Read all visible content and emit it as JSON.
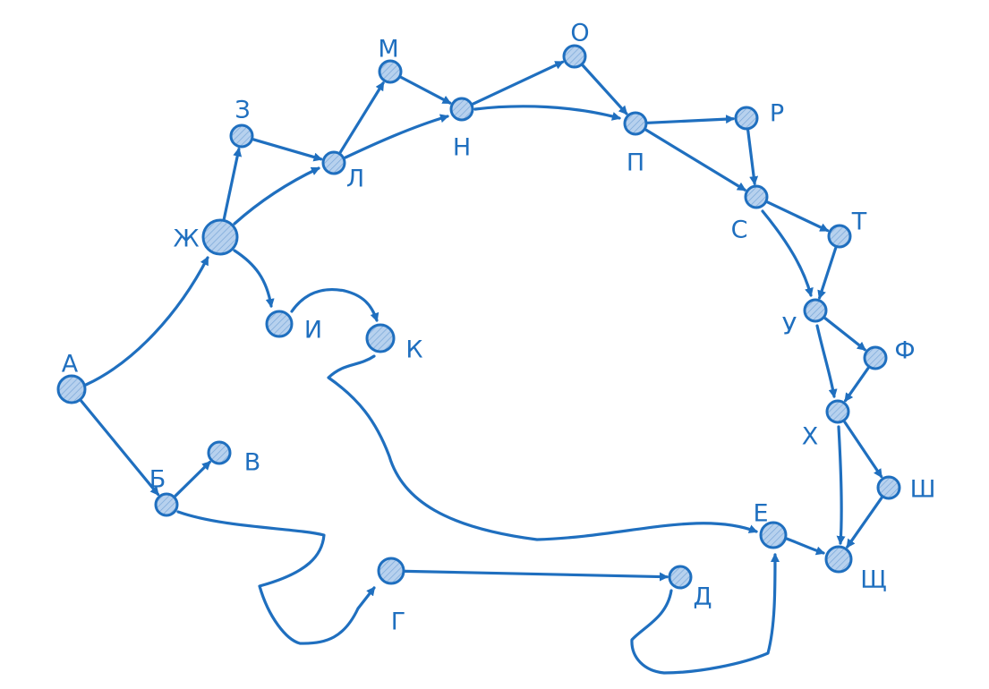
{
  "colors": {
    "stroke": "#1f6fbf",
    "fill": "#b7d1ee",
    "hatch": "#7aa7d8"
  },
  "nodes": [
    {
      "id": "A",
      "label": "А"
    },
    {
      "id": "B",
      "label": "Б"
    },
    {
      "id": "V",
      "label": "В"
    },
    {
      "id": "G",
      "label": "Г"
    },
    {
      "id": "D",
      "label": "Д"
    },
    {
      "id": "E",
      "label": "Е"
    },
    {
      "id": "ZH",
      "label": "Ж"
    },
    {
      "id": "Z",
      "label": "З"
    },
    {
      "id": "I",
      "label": "И"
    },
    {
      "id": "K",
      "label": "К"
    },
    {
      "id": "L",
      "label": "Л"
    },
    {
      "id": "M",
      "label": "М"
    },
    {
      "id": "N",
      "label": "Н"
    },
    {
      "id": "O",
      "label": "О"
    },
    {
      "id": "P",
      "label": "П"
    },
    {
      "id": "R",
      "label": "Р"
    },
    {
      "id": "S",
      "label": "С"
    },
    {
      "id": "T",
      "label": "Т"
    },
    {
      "id": "U",
      "label": "У"
    },
    {
      "id": "F",
      "label": "Ф"
    },
    {
      "id": "H",
      "label": "Х"
    },
    {
      "id": "SH",
      "label": "Ш"
    },
    {
      "id": "SCH",
      "label": "Щ"
    }
  ],
  "edges": [
    {
      "from": "A",
      "to": "ZH"
    },
    {
      "from": "A",
      "to": "B"
    },
    {
      "from": "B",
      "to": "V"
    },
    {
      "from": "B",
      "to": "G"
    },
    {
      "from": "G",
      "to": "D"
    },
    {
      "from": "D",
      "to": "E"
    },
    {
      "from": "K",
      "to": "E"
    },
    {
      "from": "E",
      "to": "SCH"
    },
    {
      "from": "ZH",
      "to": "Z"
    },
    {
      "from": "ZH",
      "to": "L"
    },
    {
      "from": "ZH",
      "to": "I"
    },
    {
      "from": "I",
      "to": "K"
    },
    {
      "from": "Z",
      "to": "L"
    },
    {
      "from": "L",
      "to": "M"
    },
    {
      "from": "L",
      "to": "N"
    },
    {
      "from": "M",
      "to": "N"
    },
    {
      "from": "N",
      "to": "O"
    },
    {
      "from": "N",
      "to": "P"
    },
    {
      "from": "O",
      "to": "P"
    },
    {
      "from": "P",
      "to": "R"
    },
    {
      "from": "P",
      "to": "S"
    },
    {
      "from": "R",
      "to": "S"
    },
    {
      "from": "S",
      "to": "T"
    },
    {
      "from": "S",
      "to": "U"
    },
    {
      "from": "T",
      "to": "U"
    },
    {
      "from": "U",
      "to": "F"
    },
    {
      "from": "U",
      "to": "H"
    },
    {
      "from": "F",
      "to": "H"
    },
    {
      "from": "H",
      "to": "SH"
    },
    {
      "from": "H",
      "to": "SCH"
    },
    {
      "from": "SH",
      "to": "SCH"
    }
  ]
}
